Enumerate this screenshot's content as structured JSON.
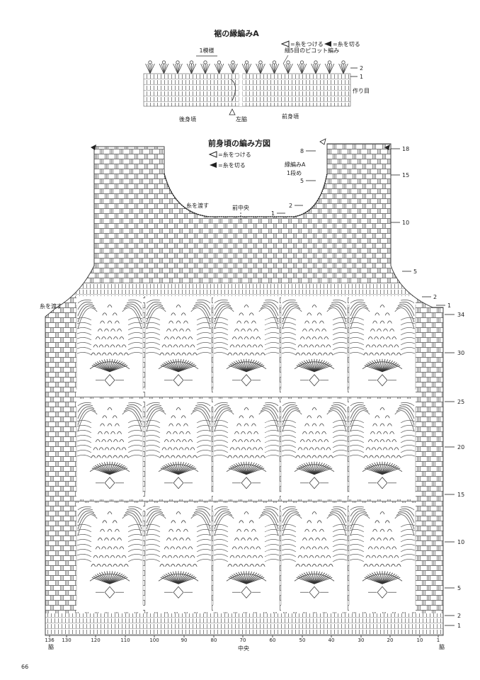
{
  "edging": {
    "title": "裾の縁編みA",
    "legend_attach": "=糸をつける",
    "legend_cut": "=糸を切る",
    "label_one_pattern": "1模様",
    "label_picot": "細5目のピコット編み",
    "label_back": "後身頃",
    "label_side_left": "左脇",
    "label_front": "前身頃",
    "label_foundation": "作り目",
    "row_labels": [
      "2",
      "1"
    ]
  },
  "body": {
    "title": "前身頃の編み方図",
    "legend_attach": "=糸をつける",
    "legend_cut": "=糸を切る",
    "label_edging_a": "縁編みA",
    "label_first_row": "1段め",
    "label_skip_left": "糸を渡す",
    "label_skip_neck": "糸を渡す",
    "label_front_center": "前中央",
    "neck_rows": [
      "8",
      "5",
      "2",
      "1"
    ],
    "right_rows_upper": [
      "18",
      "15",
      "10",
      "5",
      "2",
      "1"
    ],
    "right_rows_lower": [
      "34",
      "30",
      "25",
      "20",
      "15",
      "10",
      "5",
      "2",
      "1"
    ],
    "bottom_stitches": [
      "136",
      "130",
      "120",
      "110",
      "100",
      "90",
      "80",
      "70",
      "60",
      "50",
      "40",
      "30",
      "20",
      "10",
      "1"
    ],
    "label_center": "中央",
    "label_side_left": "脇",
    "label_side_right": "脇"
  },
  "page_number": "66"
}
